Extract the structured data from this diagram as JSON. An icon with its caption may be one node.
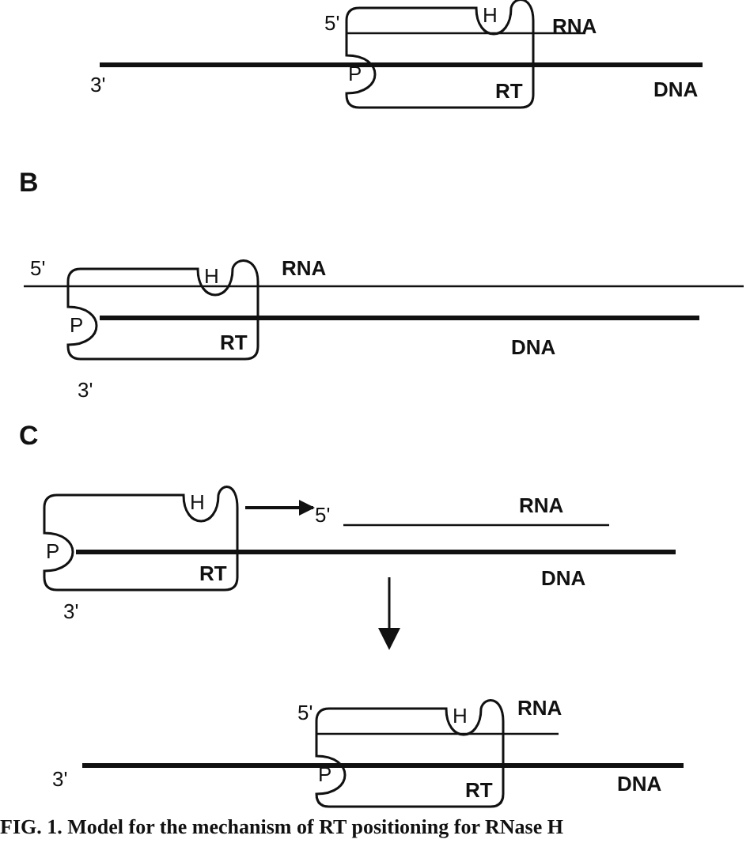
{
  "diagram": {
    "caption": "FIG. 1. Model for the mechanism of RT positioning for RNase H",
    "nodes": [
      {
        "text": [
          "H",
          "P",
          "RT"
        ]
      },
      {
        "text": [
          "H",
          "P",
          "RT"
        ]
      },
      {
        "text": [
          "H",
          "P",
          "RT"
        ]
      },
      {
        "text": [
          "H",
          "P",
          "RT"
        ]
      },
      {
        "text": [
          "5'"
        ]
      }
    ],
    "edges": [
      {
        "from": 2,
        "to": 4,
        "arrow": "to"
      }
    ],
    "labels": [
      "5'",
      "RNA",
      "3'",
      "DNA",
      "B",
      "5'",
      "RNA",
      "DNA",
      "3'",
      "C",
      "RNA",
      "DNA",
      "3'",
      "5'",
      "RNA",
      "3'",
      "DNA"
    ]
  }
}
